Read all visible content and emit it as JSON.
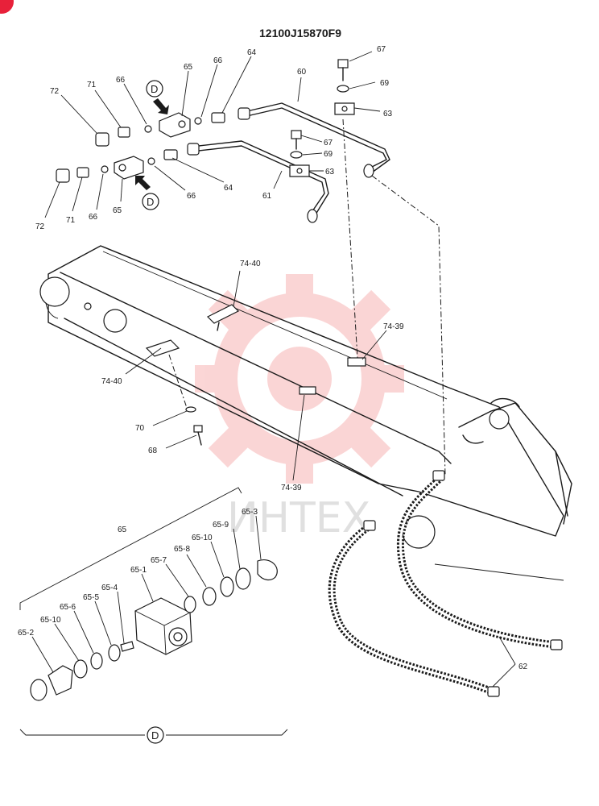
{
  "title": "12100J15870F9",
  "watermark": {
    "text": "ИНТЕХ",
    "color": "#f06a6a"
  },
  "corner_badge": {
    "color": "#e8213a"
  },
  "detail_view": {
    "letter": "D"
  },
  "labels": {
    "p60": "60",
    "p61": "61",
    "p62": "62",
    "p63a": "63",
    "p63b": "63",
    "p64a": "64",
    "p64b": "64",
    "p65a": "65",
    "p65b": "65",
    "p65c": "65",
    "p65_1": "65-1",
    "p65_2": "65-2",
    "p65_3": "65-3",
    "p65_4": "65-4",
    "p65_5": "65-5",
    "p65_6": "65-6",
    "p65_7": "65-7",
    "p65_8": "65-8",
    "p65_9": "65-9",
    "p65_10a": "65-10",
    "p65_10b": "65-10",
    "p66a": "66",
    "p66b": "66",
    "p66c": "66",
    "p66d": "66",
    "p67a": "67",
    "p67b": "67",
    "p68": "68",
    "p69a": "69",
    "p69b": "69",
    "p70": "70",
    "p71a": "71",
    "p71b": "71",
    "p72a": "72",
    "p72b": "72",
    "p74_39a": "74-39",
    "p74_39b": "74-39",
    "p74_40a": "74-40",
    "p74_40b": "74-40"
  }
}
